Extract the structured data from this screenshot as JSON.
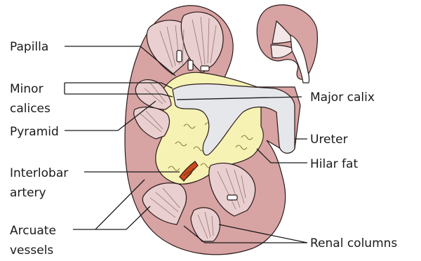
{
  "labels": {
    "papilla": "Papilla",
    "minor": "Minor",
    "calices": "calices",
    "pyramid": "Pyramid",
    "interlobar": "Interlobar",
    "artery": "artery",
    "arcuate": "Arcuate",
    "vessels": "vessels",
    "major_calix": "Major calix",
    "ureter": "Ureter",
    "hilar_fat": "Hilar fat",
    "renal_columns": "Renal columns"
  },
  "colors": {
    "cortex": "#d8a3a3",
    "pyramid": "#e9cfcf",
    "fat": "#f6f2b4",
    "calix": "#e6e7ea",
    "artery": "#cc4a1c",
    "outline": "#2a1a1a"
  }
}
